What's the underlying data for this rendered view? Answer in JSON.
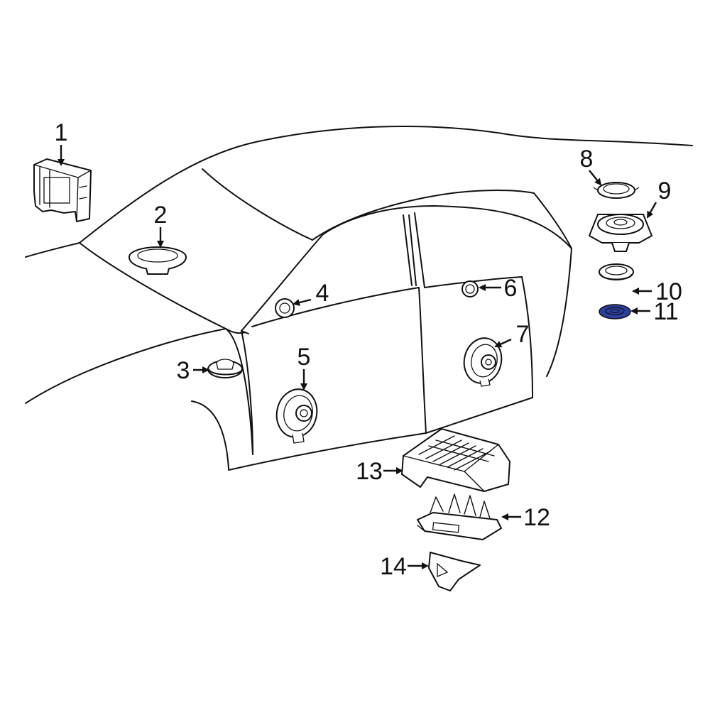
{
  "highlight_color": "#2d3f9e",
  "line_color": "#111111",
  "background_color": "#ffffff",
  "callouts": [
    {
      "id": "1",
      "label": "1"
    },
    {
      "id": "2",
      "label": "2"
    },
    {
      "id": "3",
      "label": "3"
    },
    {
      "id": "4",
      "label": "4"
    },
    {
      "id": "5",
      "label": "5"
    },
    {
      "id": "6",
      "label": "6"
    },
    {
      "id": "7",
      "label": "7"
    },
    {
      "id": "8",
      "label": "8"
    },
    {
      "id": "9",
      "label": "9"
    },
    {
      "id": "10",
      "label": "10"
    },
    {
      "id": "11",
      "label": "11"
    },
    {
      "id": "12",
      "label": "12"
    },
    {
      "id": "13",
      "label": "13"
    },
    {
      "id": "14",
      "label": "14"
    }
  ],
  "highlighted_part": "11"
}
